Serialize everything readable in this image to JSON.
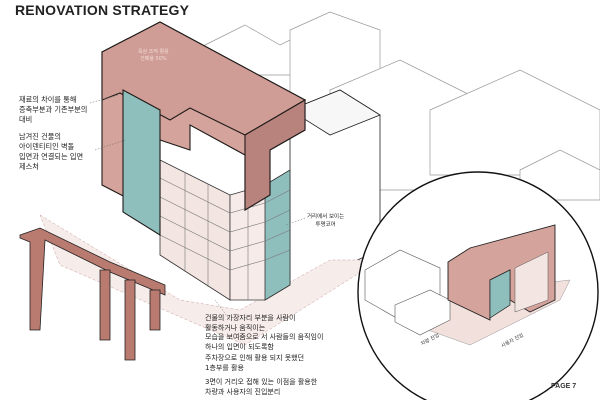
{
  "title": "RENOVATION STRATEGY",
  "roof_note": [
    "옥상 조적 활용",
    "건폐율 50%"
  ],
  "notes_left": [
    [
      "재료의 차이를 통해",
      "증축부분과 기존부분의",
      "대비"
    ],
    [
      "남겨진 건물의",
      "아이덴티티인 벽돌",
      "입면과 연결되는 입면",
      "제스처"
    ]
  ],
  "note_core": [
    "거리에서 보이는",
    "투명코어"
  ],
  "notes_bottom": [
    [
      "건물의 가장자리 부분을 사람이",
      "활동하거나 움직이는",
      "모습을 보여줌으로 서 사람들의 움직임이",
      "하나의 입면이 되도록함"
    ],
    [
      "주차장으로 인해 활용 되지 못했던",
      "1층부를 활용"
    ],
    [
      "3면이 거리오 접해 있는 이점을 활용한",
      "차량과 사용자의 진입분리"
    ]
  ],
  "inset_labels": [
    "차량 진입",
    "사용자 진입"
  ],
  "page": "PAGE 7",
  "colors": {
    "brick": "#d4a39b",
    "teal": "#8fbfbd",
    "floor": "#efe3df",
    "line": "#1e1a19"
  }
}
